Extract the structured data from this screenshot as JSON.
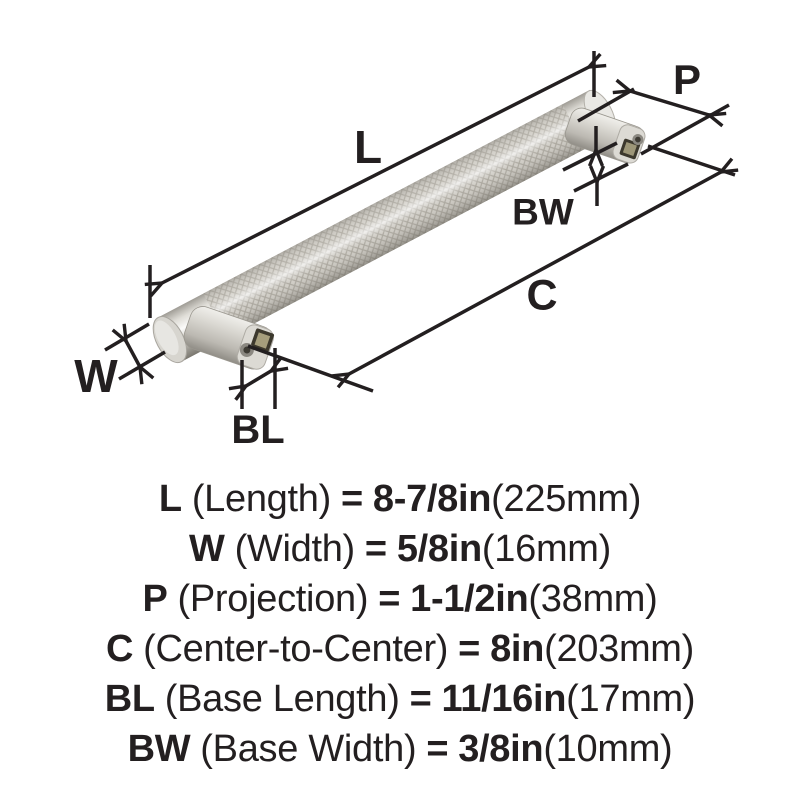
{
  "diagram": {
    "labels": {
      "length": "L",
      "projection": "P",
      "base_width": "BW",
      "center_to_center": "C",
      "width": "W",
      "base_length": "BL"
    },
    "product": "knurled-bar-cabinet-pull"
  },
  "specs": {
    "rows": [
      {
        "code": "L",
        "label": "(Length)",
        "eq": "=",
        "value": "8-7/8in",
        "metric": "(225mm)"
      },
      {
        "code": "W",
        "label": "(Width)",
        "eq": "=",
        "value": "5/8in",
        "metric": "(16mm)"
      },
      {
        "code": "P",
        "label": "(Projection)",
        "eq": "=",
        "value": "1-1/2in",
        "metric": "(38mm)"
      },
      {
        "code": "C",
        "label": "(Center-to-Center)",
        "eq": "=",
        "value": "8in",
        "metric": "(203mm)"
      },
      {
        "code": "BL",
        "label": "(Base Length)",
        "eq": "=",
        "value": "11/16in",
        "metric": "(17mm)"
      },
      {
        "code": "BW",
        "label": "(Base Width)",
        "eq": "=",
        "value": "3/8in",
        "metric": "(10mm)"
      }
    ]
  },
  "colors": {
    "ink": "#231f20",
    "background": "#ffffff",
    "metal_light": "#f1f0ed",
    "metal_mid": "#cfccc5",
    "metal_dark": "#8f8c85"
  }
}
